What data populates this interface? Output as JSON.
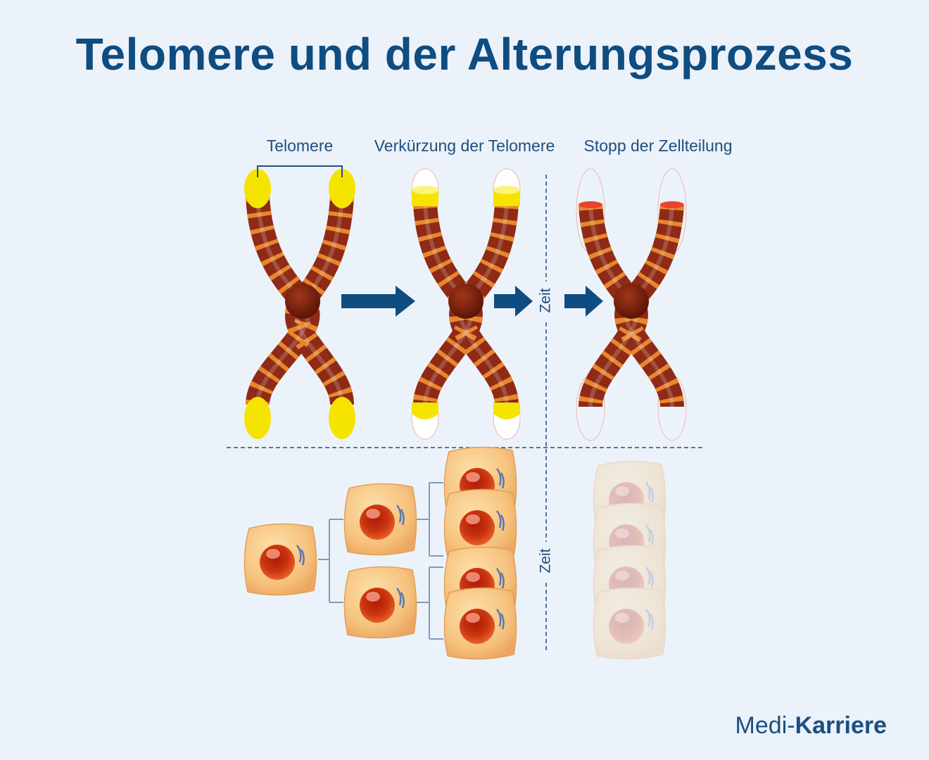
{
  "title": "Telomere und der Alterungsprozess",
  "stages": [
    {
      "label": "Telomere"
    },
    {
      "label": "Verkürzung der Telomere"
    },
    {
      "label": "Stopp der Zellteilung"
    }
  ],
  "axis_labels": {
    "time_top": "Zeit",
    "time_bottom": "Zeit"
  },
  "brand": {
    "part1": "Medi-",
    "part2": "Karriere"
  },
  "colors": {
    "title": "#0f4c80",
    "arrow": "#0f4c80",
    "chromatid": "#8e2a16",
    "band": "#e8862e",
    "telomere": "#f4e400",
    "telomere_critical": "#e8442a",
    "cell": "#f6c27e",
    "background": "#ecf2f9"
  }
}
